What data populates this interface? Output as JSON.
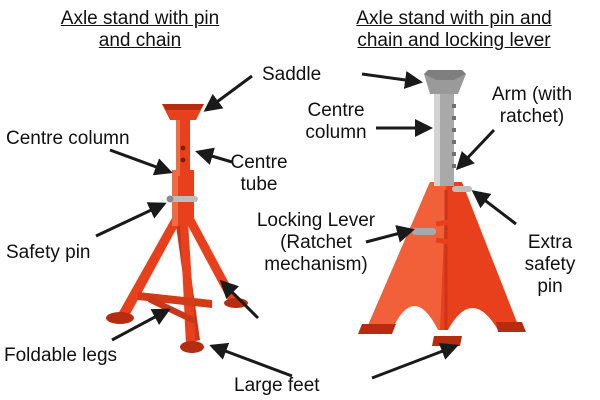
{
  "colors": {
    "stand_red": "#e8401c",
    "stand_dark": "#b52c10",
    "column_grey": "#a9a9a9",
    "column_dark": "#6f6f6f",
    "arrow": "#1a1a1a",
    "text": "#111111"
  },
  "titles": {
    "left_line1": "Axle stand with pin",
    "left_line2": "and chain",
    "right_line1": "Axle stand with pin and",
    "right_line2": "chain and locking lever"
  },
  "labels": {
    "saddle": "Saddle",
    "centre_column_left": "Centre column",
    "centre_tube_line1": "Centre",
    "centre_tube_line2": "tube",
    "safety_pin": "Safety pin",
    "foldable_legs": "Foldable legs",
    "large_feet": "Large feet",
    "centre_column_right_line1": "Centre",
    "centre_column_right_line2": "column",
    "arm_line1": "Arm (with",
    "arm_line2": "ratchet)",
    "locking_lever_line1": "Locking Lever",
    "locking_lever_line2": "(Ratchet",
    "locking_lever_line3": "mechanism)",
    "extra_pin_line1": "Extra",
    "extra_pin_line2": "safety",
    "extra_pin_line3": "pin"
  }
}
